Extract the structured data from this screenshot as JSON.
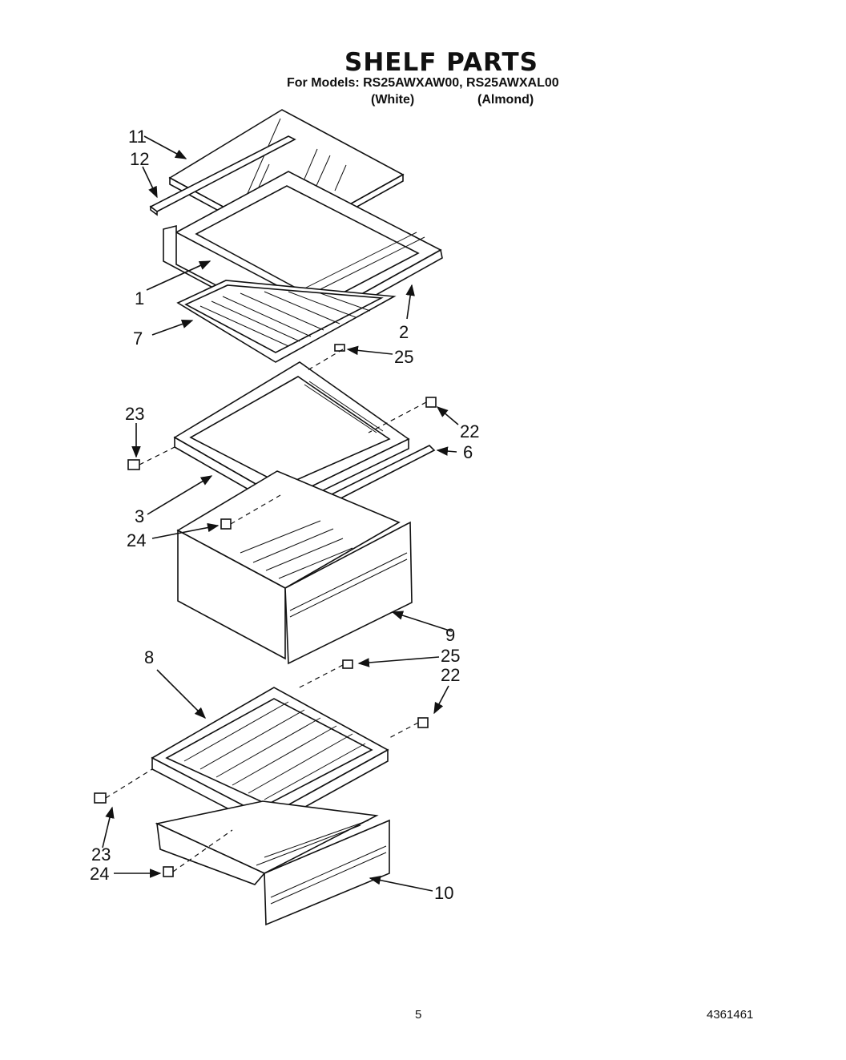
{
  "header": {
    "title": "SHELF PARTS",
    "models_line": "For Models: RS25AWXAW00, RS25AWXAL00",
    "color_white": "(White)",
    "color_almond": "(Almond)"
  },
  "callouts": {
    "c11": "11",
    "c12": "12",
    "c1": "1",
    "c7": "7",
    "c2": "2",
    "c25a": "25",
    "c23a": "23",
    "c22a": "22",
    "c6": "6",
    "c3": "3",
    "c24a": "24",
    "c9": "9",
    "c8": "8",
    "c25b": "25",
    "c22b": "22",
    "c23b": "23",
    "c24b": "24",
    "c10": "10"
  },
  "footer": {
    "page_number": "5",
    "document_number": "4361461"
  }
}
